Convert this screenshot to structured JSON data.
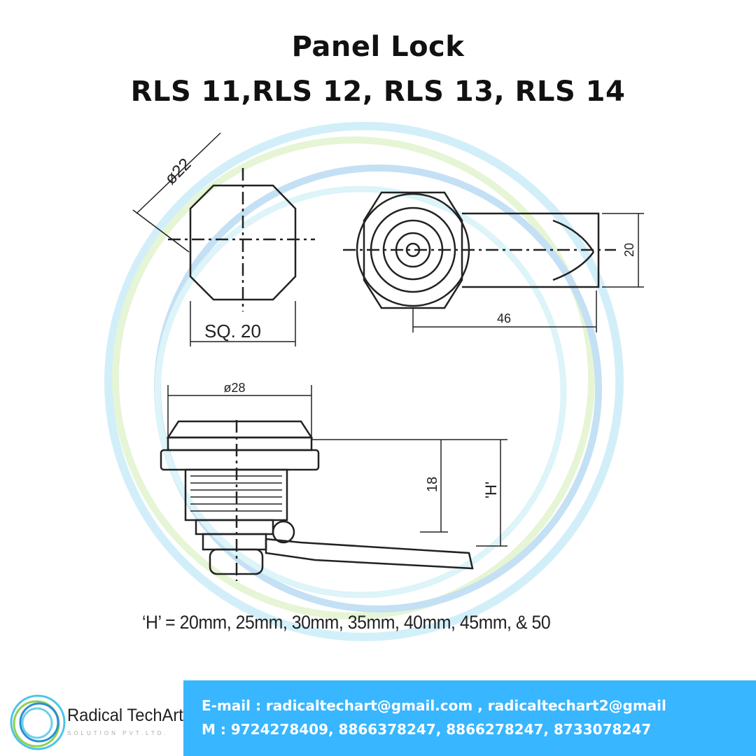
{
  "header": {
    "title": "Panel Lock",
    "models": "RLS 11,RLS 12, RLS 13, RLS 14"
  },
  "drawing": {
    "front_view": {
      "diameter_label": "ø22",
      "square_label": "SQ. 20"
    },
    "rear_view": {
      "height_label": "20",
      "length_label": "46"
    },
    "side_view": {
      "diameter_label": "ø28",
      "height_label": "18",
      "h_label": "'H'"
    },
    "note": "‘H’ = 20mm, 25mm, 30mm, 35mm, 40mm, 45mm, & 50"
  },
  "footer": {
    "company_name": "Radical TechArt",
    "company_sub": "SOLUTION PVT.LTD.",
    "email": "E-mail : radicaltechart@gmail.com , radicaltechart2@gmail",
    "phone": "M : 9724278409, 8866378247, 8866278247, 8733078247",
    "accent_color": "#38b6ff"
  }
}
